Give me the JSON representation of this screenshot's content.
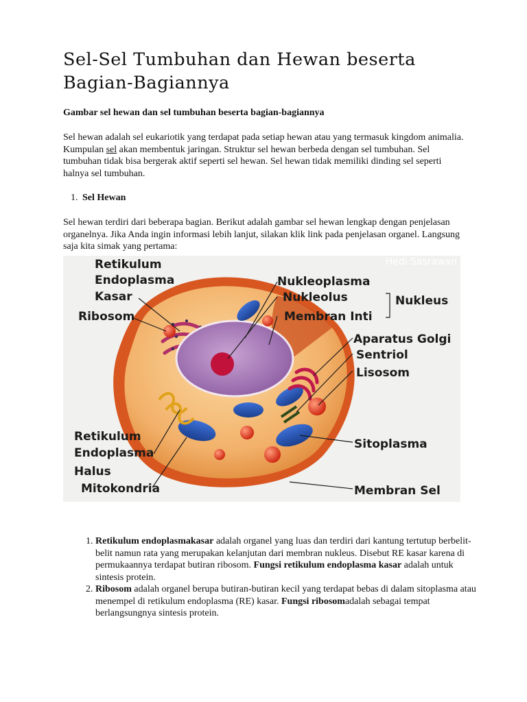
{
  "title": "Sel-Sel Tumbuhan dan Hewan beserta Bagian-Bagiannya",
  "subheading": "Gambar sel hewan dan sel tumbuhan beserta bagian-bagiannya",
  "intro": {
    "before_link": "Sel hewan adalah sel eukariotik yang terdapat pada setiap hewan atau yang termasuk kingdom animalia. Kumpulan ",
    "link": "sel",
    "after_link": " akan membentuk jaringan. Struktur sel hewan berbeda dengan sel tumbuhan. Sel tumbuhan tidak bisa bergerak aktif seperti sel hewan. Sel hewan tidak memiliki dinding sel seperti halnya sel tumbuhan."
  },
  "section": {
    "number": "1.",
    "title": "Sel Hewan"
  },
  "section_text": "Sel hewan terdiri dari beberapa bagian. Berikut adalah gambar sel hewan lengkap dengan penjelasan organelnya. Jika Anda ingin informasi lebih lanjut, silakan klik link pada penjelasan organel. Langsung saja kita simak yang pertama:",
  "figure": {
    "watermark": "Hedi Sasrawan",
    "labels": {
      "retikulum_kasar_1": "Retikulum",
      "retikulum_kasar_2": "Endoplasma",
      "retikulum_kasar_3": "Kasar",
      "ribosom": "Ribosom",
      "nukleoplasma": "Nukleoplasma",
      "nukleolus": "Nukleolus",
      "membran_inti": "Membran Inti",
      "nukleus": "Nukleus",
      "aparatus_golgi": "Aparatus Golgi",
      "sentriol": "Sentriol",
      "lisosom": "Lisosom",
      "sitoplasma": "Sitoplasma",
      "membran_sel": "Membran Sel",
      "retikulum_halus_1": "Retikulum",
      "retikulum_halus_2": "Endoplasma",
      "retikulum_halus_3": "Halus",
      "mitokondria": "Mitokondria"
    }
  },
  "list": [
    {
      "term": "Retikulum endoplasmakasar",
      "text": " adalah organel yang luas dan terdiri dari kantung tertutup berbelit-belit namun rata yang merupakan kelanjutan dari membran nukleus. Disebut RE kasar karena di permukaannya terdapat butiran ribosom. ",
      "function_label": "Fungsi retikulum endoplasma kasar",
      "function_text": " adalah untuk sintesis protein."
    },
    {
      "term": "Ribosom",
      "text": " adalah organel berupa butiran-butiran kecil yang terdapat bebas di dalam sitoplasma atau menempel di retikulum endoplasma (RE) kasar. ",
      "function_label": "Fungsi ribosom",
      "function_text": "adalah sebagai tempat berlangsungnya sintesis protein."
    }
  ]
}
